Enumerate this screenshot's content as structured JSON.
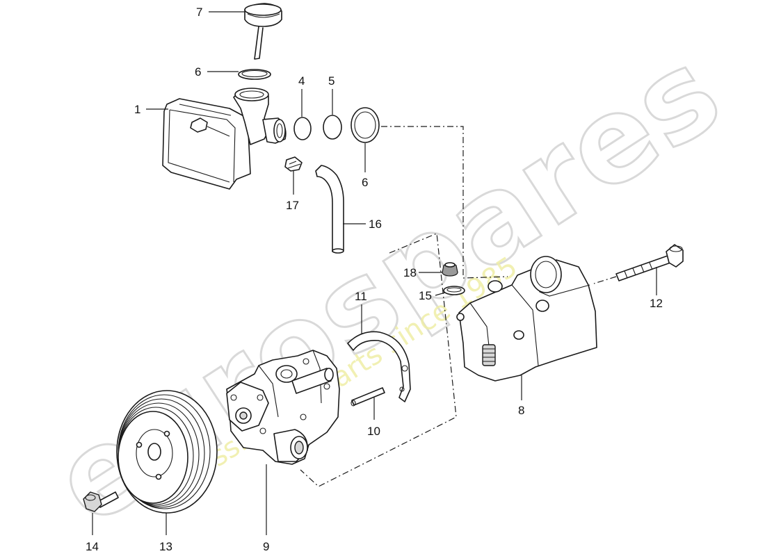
{
  "watermark": {
    "brand": "eurospares",
    "tagline": "a passion for parts since 1985"
  },
  "callouts": [
    {
      "id": "c7",
      "text": "7"
    },
    {
      "id": "c6a",
      "text": "6"
    },
    {
      "id": "c1",
      "text": "1"
    },
    {
      "id": "c4",
      "text": "4"
    },
    {
      "id": "c5",
      "text": "5"
    },
    {
      "id": "c6b",
      "text": "6"
    },
    {
      "id": "c17",
      "text": "17"
    },
    {
      "id": "c16",
      "text": "16"
    },
    {
      "id": "c18",
      "text": "18"
    },
    {
      "id": "c15",
      "text": "15"
    },
    {
      "id": "c11",
      "text": "11"
    },
    {
      "id": "c12",
      "text": "12"
    },
    {
      "id": "c8",
      "text": "8"
    },
    {
      "id": "c10",
      "text": "10"
    },
    {
      "id": "c9",
      "text": "9"
    },
    {
      "id": "c13",
      "text": "13"
    },
    {
      "id": "c14",
      "text": "14"
    }
  ]
}
